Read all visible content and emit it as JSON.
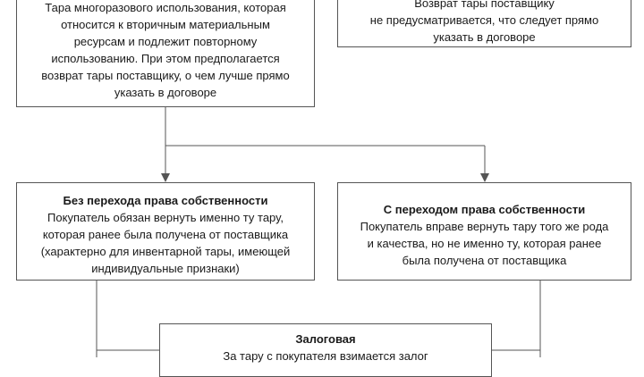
{
  "boxes": {
    "top_left": {
      "lines": [
        "Тара многоразового использования, которая",
        "относится к вторичным материальным",
        "ресурсам и подлежит повторному",
        "использованию. При этом предполагается",
        "возврат тары поставщику, о чем лучше прямо",
        "указать в договоре"
      ]
    },
    "top_right": {
      "lines": [
        "Возврат тары поставщику",
        "не предусматривается, что следует прямо",
        "указать в договоре"
      ]
    },
    "mid_left": {
      "title": "Без перехода права собственности",
      "lines": [
        "Покупатель обязан вернуть именно ту тару,",
        "которая ранее была получена от поставщика",
        "(характерно для инвентарной тары, имеющей",
        "индивидуальные признаки)"
      ]
    },
    "mid_right": {
      "title": "С переходом права собственности",
      "lines": [
        "Покупатель вправе вернуть тару того же рода",
        "и качества, но не именно ту, которая ранее",
        "была получена от поставщика"
      ]
    },
    "bottom": {
      "title": "Залоговая",
      "lines": [
        "За тару с покупателя взимается залог"
      ]
    }
  },
  "colors": {
    "border": "#555555",
    "connector": "#555555",
    "text": "#1a1a1a"
  }
}
